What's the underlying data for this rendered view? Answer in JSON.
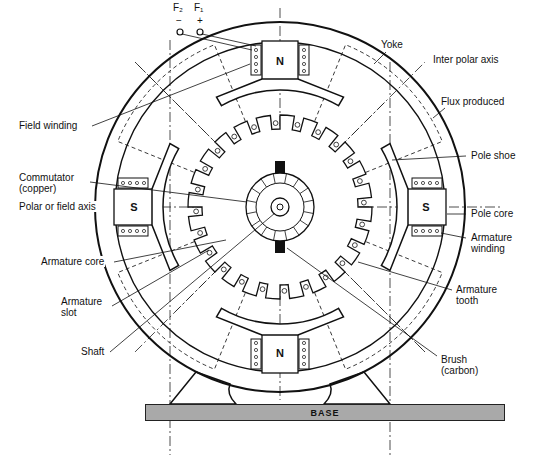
{
  "diagram": {
    "nodes": [
      {
        "text": [
          "BASE"
        ]
      }
    ],
    "labels": [
      "F₂",
      "F₁",
      "−",
      "+",
      "Yoke",
      "Inter polar axis",
      "Flux produced",
      "Field winding",
      "N",
      "Pole shoe",
      "Commutator (copper)",
      "S",
      "Polar or field axis",
      "Pole core",
      "Armature winding",
      "S",
      "Armature core",
      "Armature slot",
      "Armature tooth",
      "Shaft",
      "N",
      "Brush (carbon)"
    ]
  }
}
